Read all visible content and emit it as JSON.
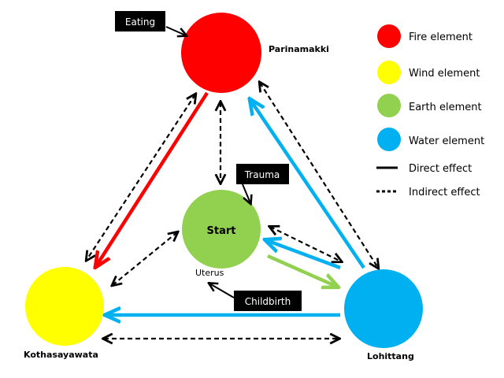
{
  "colors": {
    "fire": "#ff0000",
    "wind": "#ffff00",
    "earth": "#92d050",
    "water": "#00b0f0",
    "arrow_black": "#000000"
  },
  "nodes": {
    "fire": {
      "name": "Parinamakki"
    },
    "wind": {
      "name": "Kothasayawata"
    },
    "earth": {
      "inner_text": "Start",
      "name": "Uterus"
    },
    "water": {
      "name": "Lohittang"
    }
  },
  "boxes": {
    "eating": "Eating",
    "trauma": "Trauma",
    "childbirth": "Childbirth"
  },
  "legend": {
    "items": [
      {
        "label": "Fire element",
        "color": "#ff0000"
      },
      {
        "label": "Wind element",
        "color": "#ffff00"
      },
      {
        "label": "Earth element",
        "color": "#92d050"
      },
      {
        "label": "Water element",
        "color": "#00b0f0"
      }
    ],
    "direct": "Direct effect",
    "indirect": "Indirect effect"
  }
}
